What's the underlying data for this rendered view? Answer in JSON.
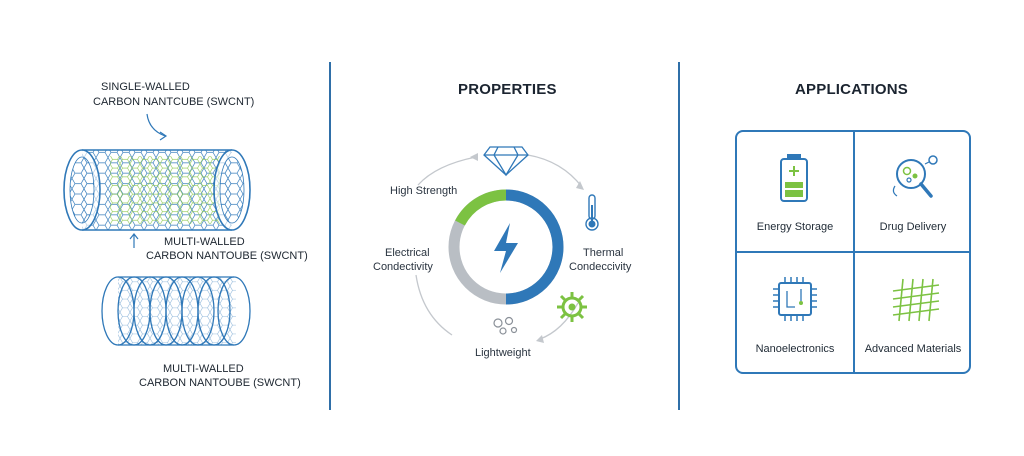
{
  "left": {
    "label_top_line1": "SINGLE-WALLED",
    "label_top_line2": "CARBON NANTCUBE (SWCNT)",
    "label_mid_line1": "MULTI-WALLED",
    "label_mid_line2": "CARBON NANTOUBE (SWCNT)",
    "label_bottom_line1": "MULTI-WALLED",
    "label_bottom_line2": "CARBON NANTOUBE (SWCNT)"
  },
  "properties": {
    "title": "PROPERTIES",
    "high_strength": "High Strength",
    "electrical_line1": "Electrical",
    "electrical_line2": "Condectivity",
    "thermal_line1": "Thermal",
    "thermal_line2": "Condeccivity",
    "lightweight": "Lightweight"
  },
  "applications": {
    "title": "APPLICATIONS",
    "cells": [
      {
        "label": "Energy Storage",
        "icon": "battery-icon"
      },
      {
        "label": "Drug Delivery",
        "icon": "magnifier-cells-icon"
      },
      {
        "label": "Nanoelectronics",
        "icon": "chip-icon"
      },
      {
        "label": "Advanced Materials",
        "icon": "mesh-icon"
      }
    ]
  },
  "colors": {
    "blue": "#2f78b8",
    "green": "#7cc242",
    "gray": "#b9bec4"
  }
}
